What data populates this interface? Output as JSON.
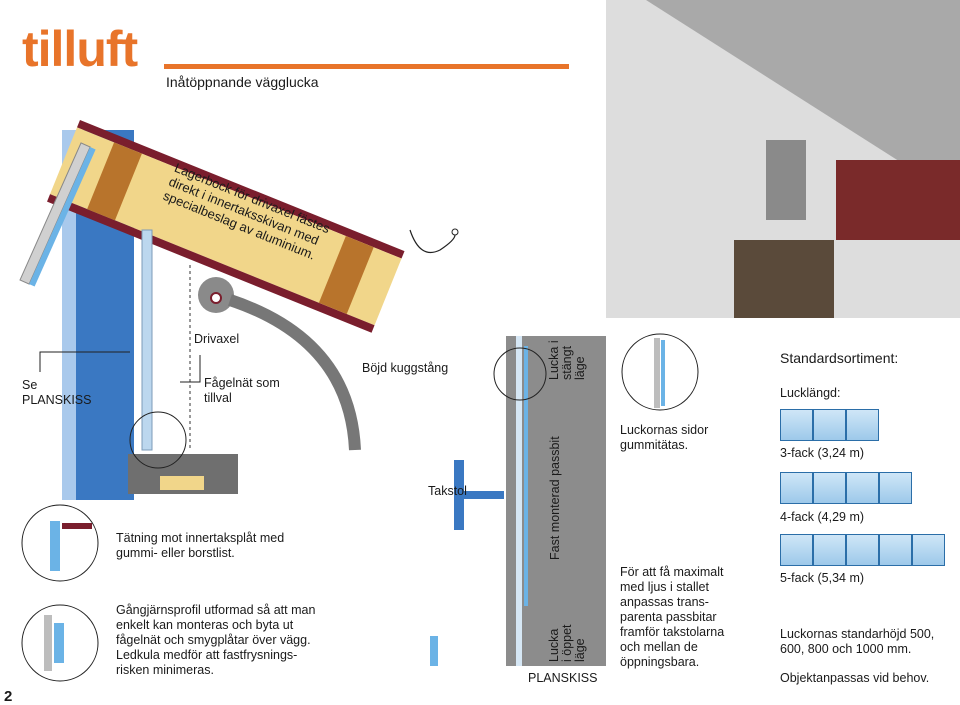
{
  "header": {
    "title": "tilluft",
    "subtitle": "Inåtöppnande vägglucka",
    "accent_color": "#e8742a"
  },
  "diagram_left": {
    "roof_note": [
      "Lagerbock för drivaxel fästes",
      "direkt i innertaksskivan med",
      "specialbeslag av aluminium."
    ],
    "label_drivaxel": "Drivaxel",
    "label_se_planskiss": [
      "Se",
      "PLANSKISS"
    ],
    "label_fagelnat": [
      "Fågelnät som",
      "tillval"
    ],
    "label_bojd": "Böjd kuggstång"
  },
  "notes_left": {
    "tatning": [
      "Tätning mot innertaksplåt med",
      "gummi- eller borstlist."
    ],
    "gangjarn": [
      "Gångjärnsprofil utformad så att man",
      "enkelt kan monteras och byta ut",
      "fågelnät och smygplåtar över vägg.",
      "Ledkula medför att fastfrysnings-",
      "risken minimeras."
    ]
  },
  "diagram_mid": {
    "takstol": "Takstol",
    "lucka_stangt": [
      "Lucka i",
      "stängt",
      "läge"
    ],
    "fast_monterad": "Fast monterad passbit",
    "lucka_oppet": [
      "Lucka",
      "i öppet",
      "läge"
    ],
    "planskiss": "PLANSKISS"
  },
  "notes_right": {
    "sidor": [
      "Luckornas sidor",
      "gummitätas."
    ],
    "ljus": [
      "För att få maximalt",
      "med ljus i stallet",
      "anpassas trans-",
      "parenta passbitar",
      "framför takstolarna",
      "och mellan de",
      "öppningsbara."
    ]
  },
  "sortiment": {
    "heading": "Standardsortiment:",
    "sublabel": "Lucklängd:",
    "items": [
      {
        "label": "3-fack (3,24 m)",
        "panes": 3
      },
      {
        "label": "4-fack (4,29 m)",
        "panes": 4
      },
      {
        "label": "5-fack (5,34 m)",
        "panes": 5
      }
    ],
    "height_note": [
      "Luckornas standarhöjd 500,",
      "600, 800 och 1000 mm."
    ],
    "custom_note": "Objektanpassas vid behov."
  },
  "page_number": "2"
}
